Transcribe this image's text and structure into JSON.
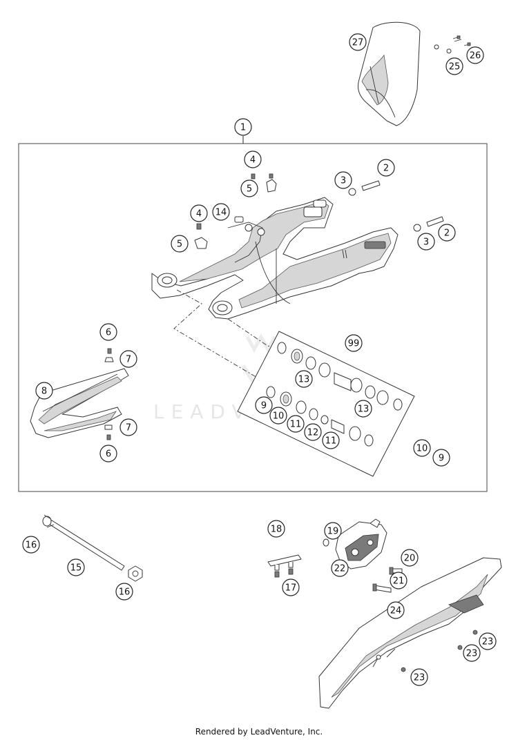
{
  "diagram": {
    "callouts": [
      "1",
      "2",
      "2",
      "3",
      "3",
      "4",
      "4",
      "5",
      "5",
      "6",
      "6",
      "7",
      "7",
      "8",
      "9",
      "9",
      "10",
      "10",
      "11",
      "11",
      "12",
      "13",
      "13",
      "14",
      "15",
      "16",
      "16",
      "17",
      "18",
      "19",
      "20",
      "21",
      "22",
      "23",
      "23",
      "23",
      "24",
      "25",
      "26",
      "27",
      "99"
    ],
    "watermark": "LEADVENTURE"
  },
  "footer": {
    "text": "Rendered by LeadVenture, Inc."
  }
}
